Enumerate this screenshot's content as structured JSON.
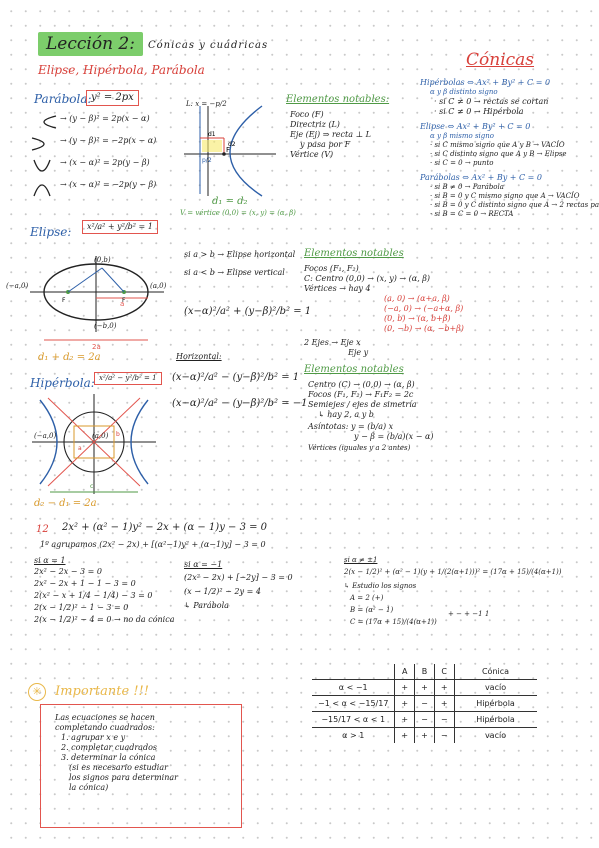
{
  "header": {
    "lesson_title": "Lección 2:",
    "subtitle": "Cónicas y cuádricas",
    "sub_heading": "Elipse, Hipérbola, Parábola"
  },
  "conicas": {
    "title": "Cónicas",
    "lines": [
      "Hipérbolas ⇔ Ax² + By² + C = 0",
      "α y β distinto signo",
      "· si C ≠ 0 → rectas se cortan",
      "· si C ≠ 0 → Hipérbola",
      "Elipse ⇔ Ax² + By² + C = 0",
      "α y β mismo signo",
      "· si C mismo signo que A y B → VACÍO",
      "· si C distinto signo que A y B → Elipse",
      "· si C = 0 → punto",
      "Parábolas ⇔ Ax² + By + C = 0",
      "· si B ≠ 0 → Parábola",
      "· si B = 0 y C mismo signo que A → VACÍO",
      "· si B = 0 y C distinto signo que A → 2 rectas paralelas",
      "· si B = C = 0 → RECTA"
    ]
  },
  "parabola": {
    "label": "Parábola:",
    "eq": "y² = 2px",
    "forms": [
      "(y − β)² = 2p(x − α)",
      "(y − β)² = −2p(x − α)",
      "(x − α)² = 2p(y − β)",
      "(x − α)² = −2p(y − β)"
    ],
    "diagram_directrix": "L: x = −p/2",
    "diagram_focus": "F",
    "diagram_d1": "d1",
    "diagram_d2": "d2",
    "diagram_p2": "p/2",
    "d_equal": "d₁ = d₂",
    "vertex_note": "V = vértice (0,0) = (x, y) = (α, β)"
  },
  "elementos1": {
    "title": "Elementos notables:",
    "lines": [
      "Foco (F)",
      "Directriz (L)",
      "Eje (Ej) ⇒ recta ⊥ L",
      "y pasa por F",
      "Vértice (V)"
    ]
  },
  "elipse": {
    "label": "Elipse:",
    "eq": "x²/a² + y²/b² = 1",
    "pt_top": "(0,b)",
    "pt_left": "(−a,0)",
    "pt_right": "(a,0)",
    "pt_bottom": "(−b,0)",
    "axis_a": "a",
    "axis_2a": "2a",
    "focus_1": "F",
    "focus_2": "F",
    "sum": "d₁ + d₂ = 2a",
    "cond1": "si a > b → Elipse horizontal",
    "cond2": "si a < b → Elipse vertical",
    "general": "(x−α)²/a² + (y−β)²/b² = 1"
  },
  "elementos2": {
    "title": "Elementos notables",
    "lines": [
      "Focos (F₁, F₂)",
      "C: Centro (0,0) → (x, y) → (α, β)",
      "Vértices → hay 4",
      "(a, 0) → (α+a, β)",
      "(−a, 0) → (−a+α, β)",
      "(0, b) → (α, b+β)",
      "(0, −b) → (α, −b+β)",
      "2 Ejes → Eje x",
      "Eje y"
    ]
  },
  "hiperbola": {
    "label": "Hipérbola:",
    "eq": "x²/a² − y²/b² = 1",
    "horizontal": "Horizontal:",
    "eq_h": "(x−α)²/a² − (y−β)²/b² = 1",
    "eq_v": "(x−α)²/a² − (y−β)²/b² = −1",
    "diff": "d₂ − d₁ = 2a",
    "pt_a": "(a,0)",
    "pt_neg_a": "(−a,0)",
    "label_a": "a",
    "label_b": "b",
    "label_c": "c"
  },
  "elementos3": {
    "title": "Elementos notables",
    "lines": [
      "Centro (C) → (0,0) → (α, β)",
      "Focos (F₁, F₂) → F₁F₂ = 2c",
      "Semiejes / ejes de simetría",
      "↳ hay 2, a y b",
      "Asíntotas: y = (b/a) x",
      "y − β = (b/a)(x − α)",
      "Vértices (iguales y a 2 antes)"
    ]
  },
  "problem": {
    "number": "12",
    "equation": "2x² + (α² − 1)y² − 2x + (α − 1)y − 3 = 0",
    "step1": "1º agrupamos (2x² − 2x) + [(α²−1)y² + (α−1)y] − 3 = 0",
    "col1": [
      "si α = 1",
      "2x² − 2x − 3 = 0",
      "2x² − 2x + 1 − 1 − 3 = 0",
      "2(x² − x + 1/4 − 1/4) − 3 = 0",
      "2(x − 1/2)² − 1 − 3 = 0",
      "2(x − 1/2)² − 4 = 0 → no da cónica"
    ],
    "col2": [
      "si α = −1",
      "(2x² − 2x) + [−2y] − 3 = 0",
      "(x − 1/2)² − 2y = 4",
      "↳ Parábola"
    ],
    "col3": [
      "si α ≠ ±1",
      "2(x − 1/2)² + (α² − 1)(y + 1/(2(α+1)))² = (17α + 15)/(4(α+1))",
      "↳ Estudio los signos",
      "A = 2 (+)",
      "B = (α² − 1)",
      "C = (17α + 15)/(4(α+1))"
    ],
    "sign_line": "+ − +   −1   1"
  },
  "table": {
    "headers": [
      "",
      "A",
      "B",
      "C",
      "Cónica"
    ],
    "rows": [
      [
        "α < −1",
        "+",
        "+",
        "+",
        "vacío"
      ],
      [
        "−1 < α < −15/17",
        "+",
        "−",
        "+",
        "Hipérbola"
      ],
      [
        "−15/17 < α < 1",
        "+",
        "−",
        "−",
        "Hipérbola"
      ],
      [
        "α > 1",
        "+",
        "+",
        "−",
        "vacío"
      ]
    ]
  },
  "importante": {
    "title": "Importante !!!",
    "lines": [
      "Las ecuaciones se hacen",
      "completando cuadrados:",
      "1. agrupar x e y",
      "2. completar cuadrados",
      "3. determinar la cónica",
      "(si es necesario estudiar",
      "los signos para determinar",
      "la cónica)"
    ]
  }
}
